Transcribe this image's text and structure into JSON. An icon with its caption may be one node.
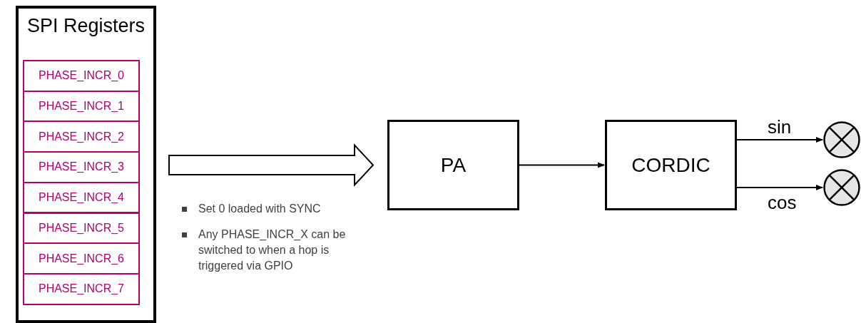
{
  "diagram": {
    "nodes": [
      {
        "text": [
          "SPI Registers"
        ]
      },
      {
        "text": [
          "PHASE_INCR_0"
        ],
        "in": 0
      },
      {
        "text": [
          "PHASE_INCR_1"
        ],
        "in": 0
      },
      {
        "text": [
          "PHASE_INCR_2"
        ],
        "in": 0
      },
      {
        "text": [
          "PHASE_INCR_3"
        ],
        "in": 0
      },
      {
        "text": [
          "PHASE_INCR_4"
        ],
        "in": 0
      },
      {
        "text": [
          "PHASE_INCR_5"
        ],
        "in": 0
      },
      {
        "text": [
          "PHASE_INCR_6"
        ],
        "in": 0
      },
      {
        "text": [
          "PHASE_INCR_7"
        ],
        "in": 0
      },
      {
        "text": [
          "PA"
        ]
      },
      {
        "text": [
          "CORDIC"
        ]
      },
      {
        "text": [],
        "shape": "circle"
      },
      {
        "text": [],
        "shape": "circle"
      }
    ],
    "edges": [
      {
        "from": 0,
        "to": 9,
        "arrow": "to",
        "style": "thick"
      },
      {
        "from": 9,
        "to": 10,
        "arrow": "to"
      },
      {
        "from": 10,
        "to": 11,
        "arrow": "to",
        "label": "sin"
      },
      {
        "from": 10,
        "to": 12,
        "arrow": "to",
        "label": "cos"
      }
    ],
    "labels": [
      "Set 0 loaded with SYNC",
      "Any PHASE_INCR_X can be switched to when a hop is triggered via GPIO"
    ]
  }
}
